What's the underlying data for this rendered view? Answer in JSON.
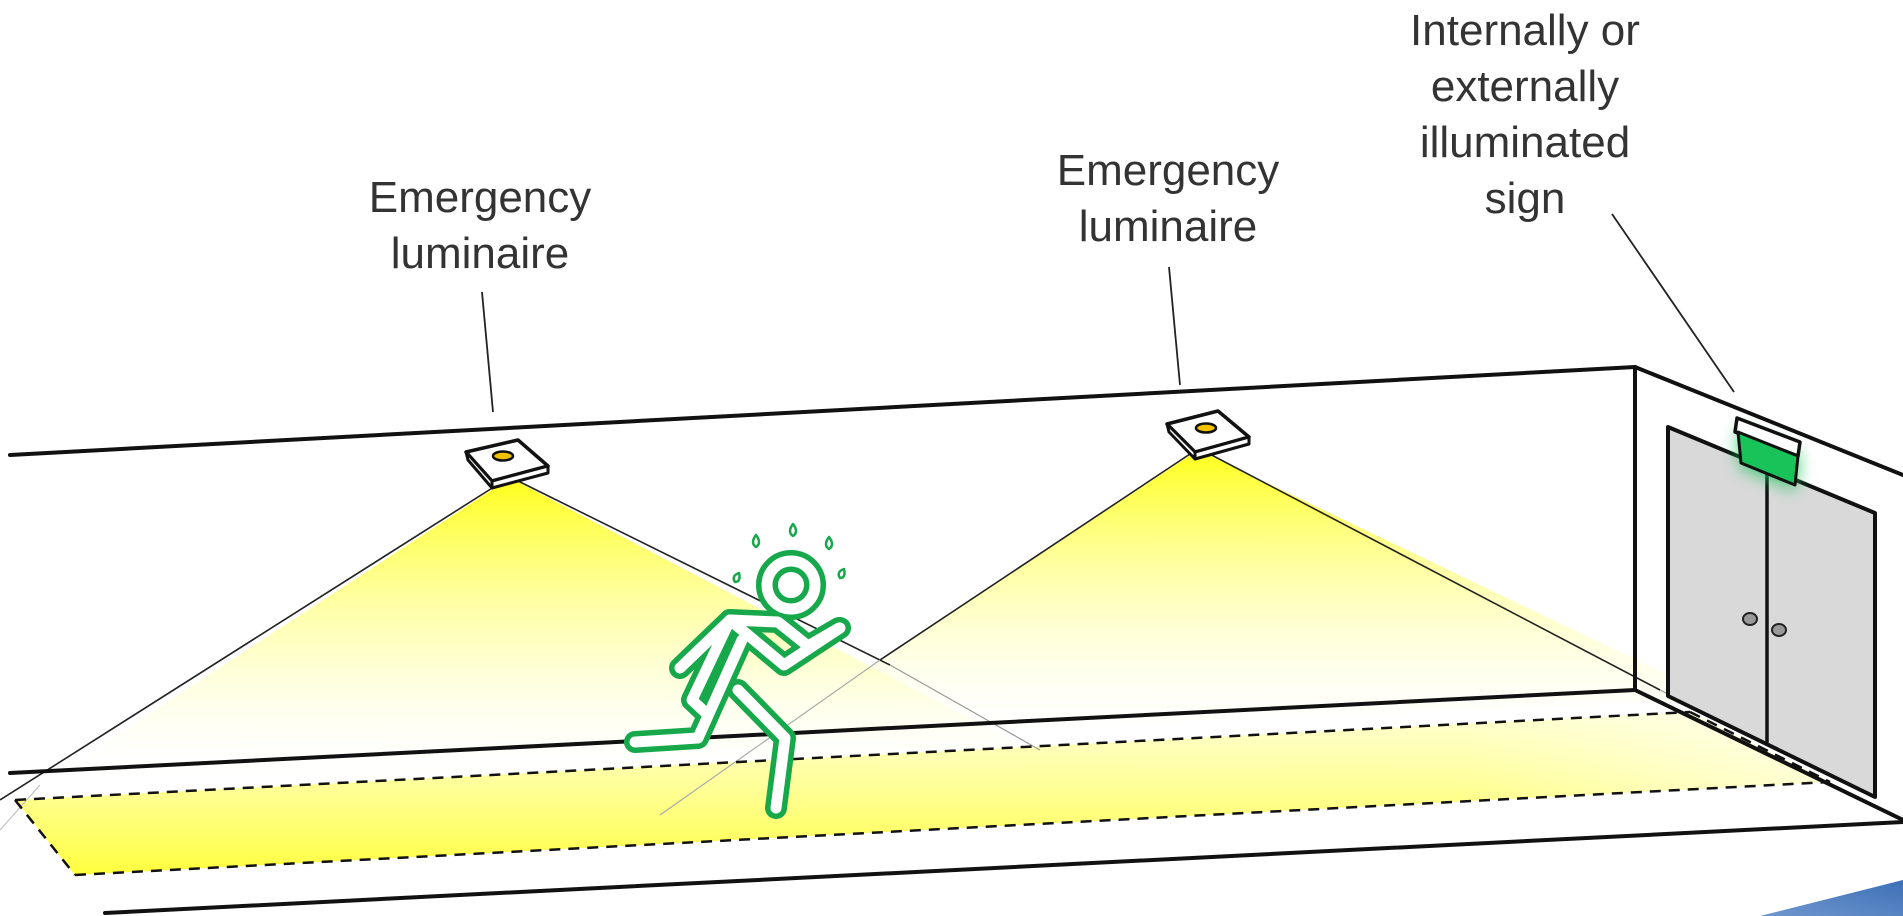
{
  "labels": {
    "luminaire_left": {
      "line1": "Emergency",
      "line2": "luminaire"
    },
    "luminaire_right": {
      "line1": "Emergency",
      "line2": "luminaire"
    },
    "sign": {
      "line1": "Internally or",
      "line2": "externally",
      "line3": "illuminated",
      "line4": "sign"
    }
  },
  "colors": {
    "light": "#ffff1a",
    "sign_green": "#18c45a",
    "runner_green": "#16a84a",
    "door_gray": "#d9d9d9",
    "accent_blue": "#4a7fc1"
  },
  "icons": [
    "emergency-luminaire-icon",
    "exit-sign-icon",
    "running-person-icon",
    "double-door-icon"
  ]
}
